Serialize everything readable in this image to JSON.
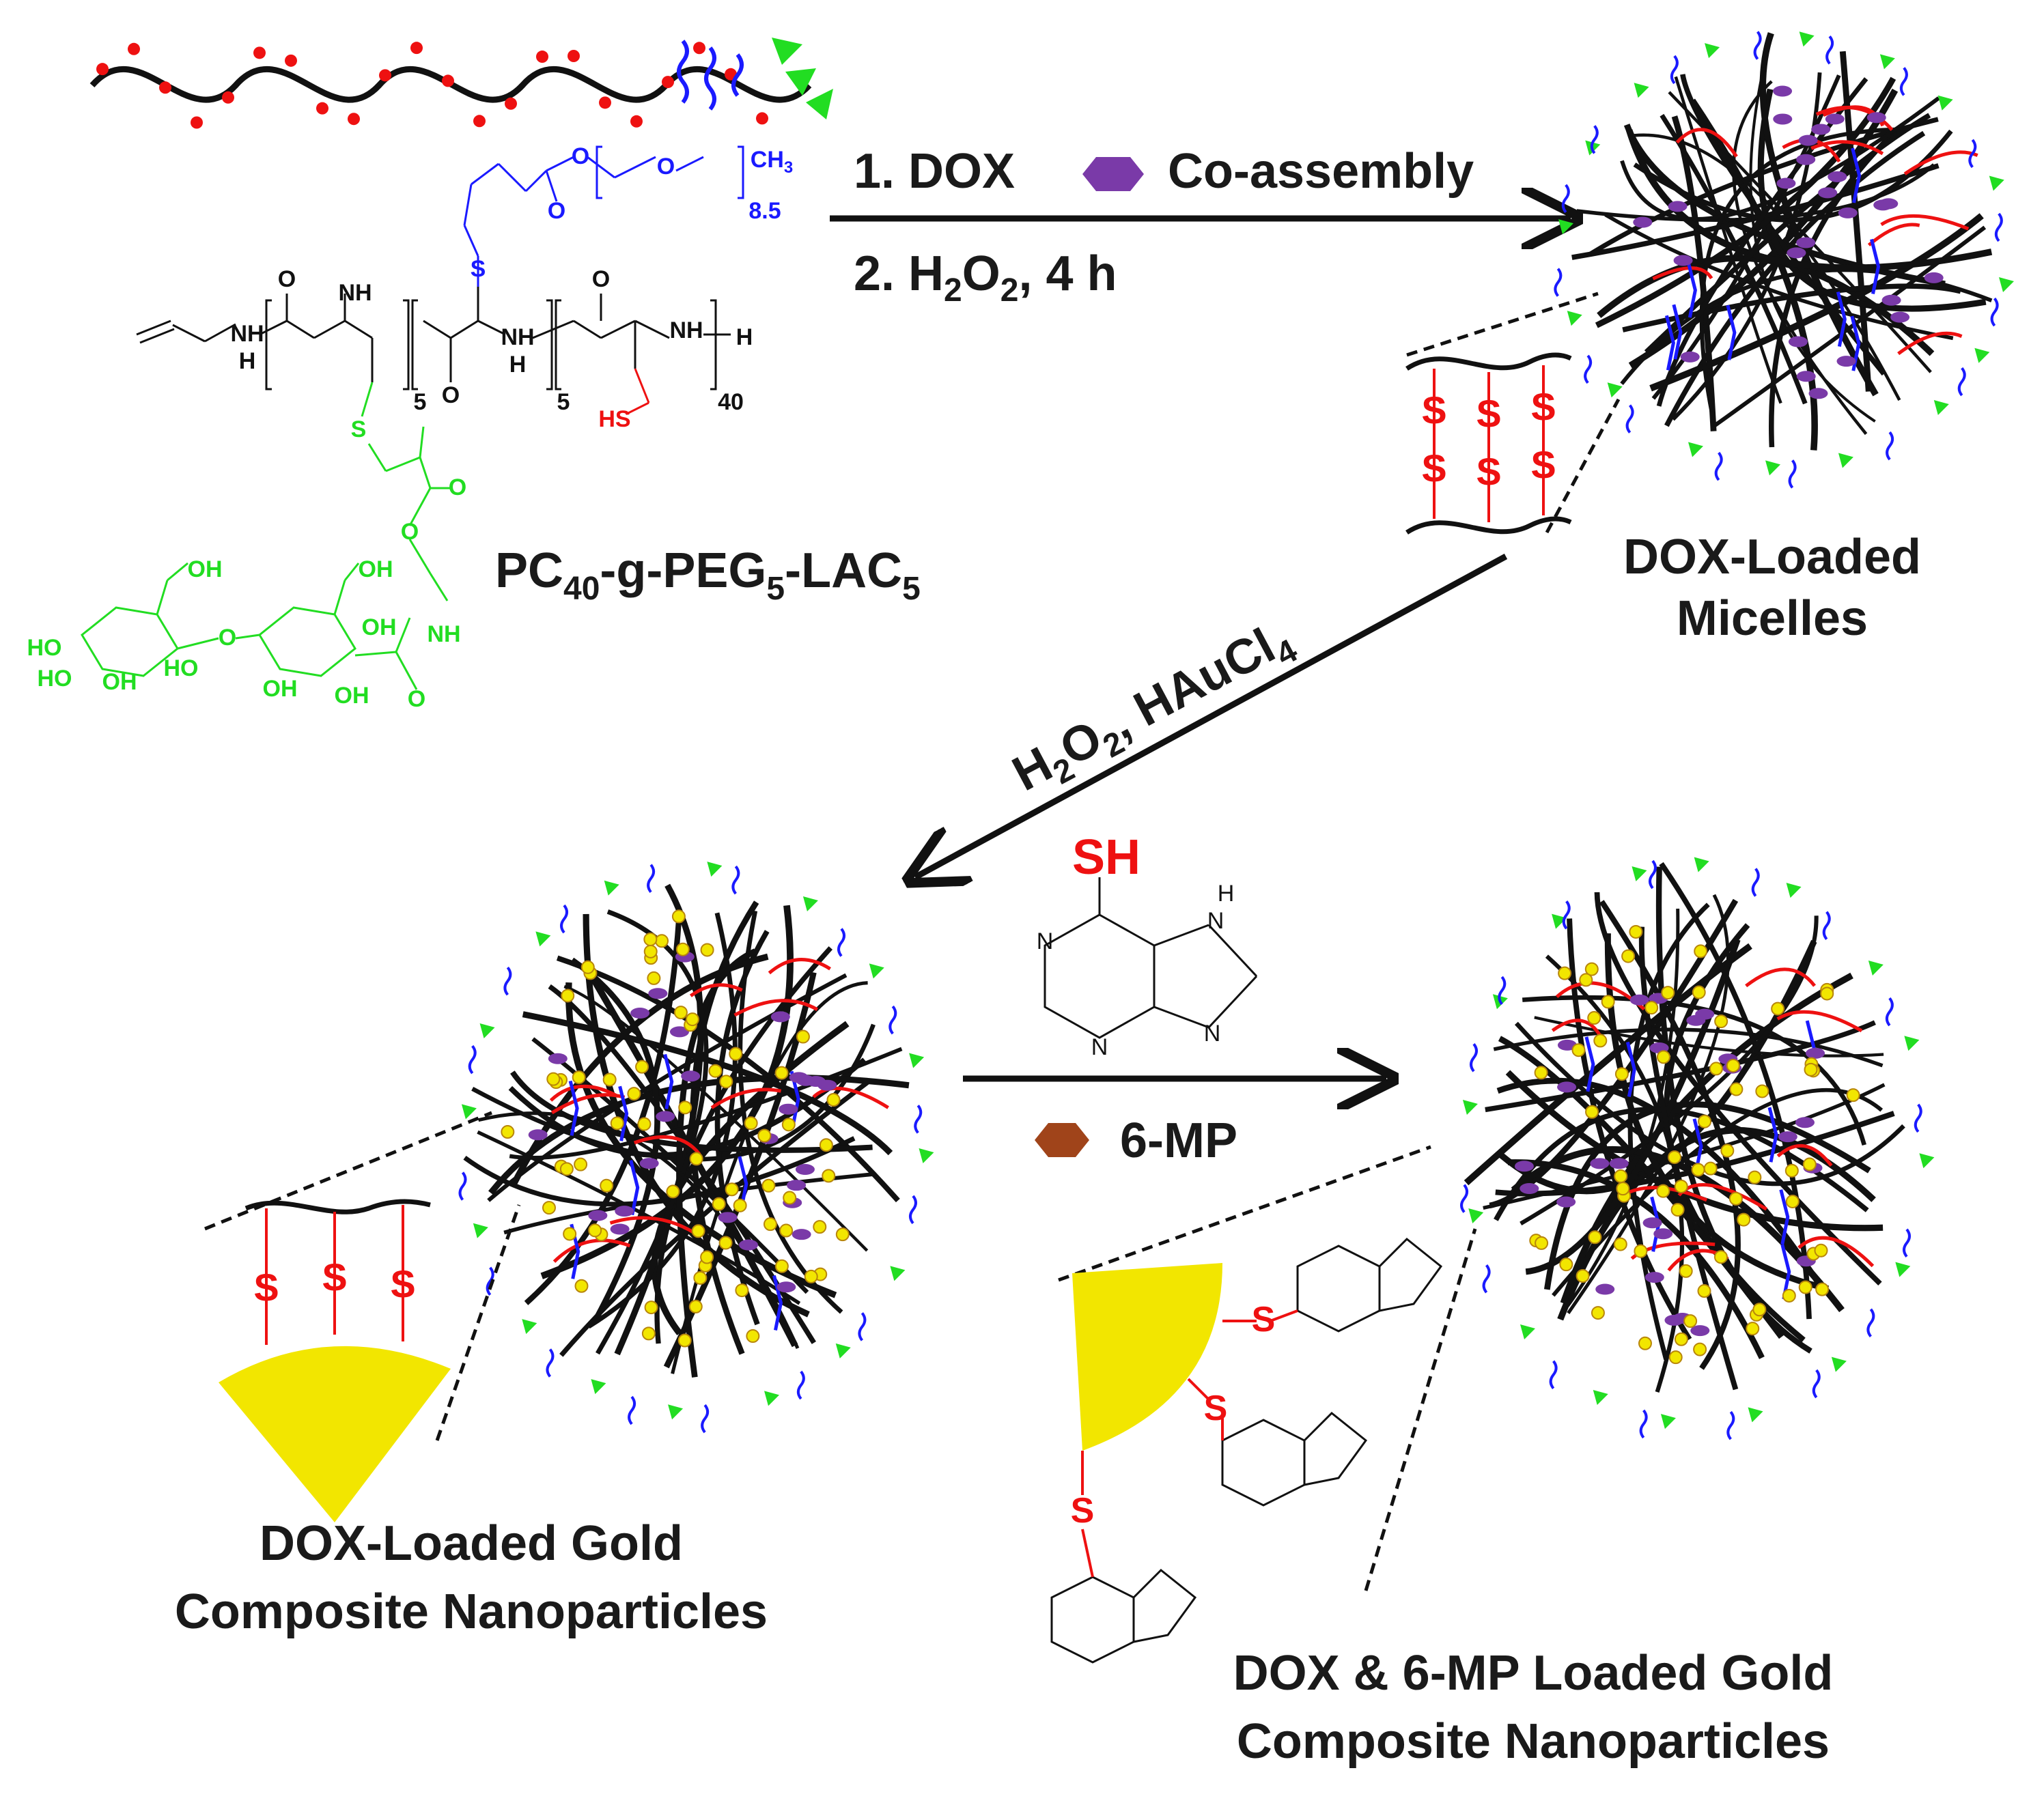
{
  "colors": {
    "backbone": "#111111",
    "peg": "#1a1aff",
    "lactobionic": "#22dd22",
    "thiol": "#ee1111",
    "dox": "#7a3aa8",
    "mp": "#a0441a",
    "gold": "#f2e600"
  },
  "steps": {
    "step1_prefix": "1. DOX",
    "step1_suffix": "Co-assembly",
    "step2_prefix": "2. H",
    "step2_sub": "2",
    "step2_mid": "O",
    "step2_sub2": "2",
    "step2_suffix": ", 4 h",
    "gold_step_a": "H",
    "gold_step_b": "2",
    "gold_step_c": "O",
    "gold_step_d": "2",
    "gold_step_e": ", HAuCl",
    "gold_step_f": "4",
    "mp_label": "6-MP"
  },
  "polymer": {
    "name_a": "PC",
    "name_b": "40",
    "name_c": "-g-PEG",
    "name_d": "5",
    "name_e": "-LAC",
    "name_f": "5",
    "peg_repeat": "8.5",
    "repeat_5a": "5",
    "repeat_5b": "5",
    "repeat_40": "40",
    "ch3": "CH",
    "ch3_sub": "3",
    "h_end": "H",
    "sh": "HS",
    "nh": "NH",
    "h": "H",
    "o": "O",
    "s": "S",
    "oh": "OH",
    "ho": "HO"
  },
  "mp_molecule": {
    "sh": "SH",
    "n": "N",
    "h": "H"
  },
  "disulfide": {
    "s": "S"
  },
  "labels": {
    "micelles_line1": "DOX-Loaded",
    "micelles_line2": "Micelles",
    "gold_line1": "DOX-Loaded Gold",
    "gold_line2": "Composite Nanoparticles",
    "dual_line1": "DOX & 6-MP Loaded Gold",
    "dual_line2": "Composite Nanoparticles"
  }
}
